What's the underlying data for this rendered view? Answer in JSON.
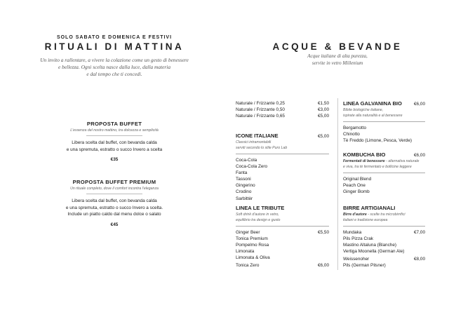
{
  "left": {
    "kicker": "SOLO SABATO E DOMENICA E FESTIVI",
    "title": "RITUALI DI MATTINA",
    "intro": [
      "Un invito a rallentare, a vivere la colazione come un gesto di benessere",
      "e bellezza. Ogni scelta nasce dalla luce, dalla materia",
      "e dal tempo che ti concedi."
    ],
    "offers": [
      {
        "title": "PROPOSTA BUFFET",
        "subtitle": "L'essenza del nostro mattino, tra dolcezza e semplicità",
        "desc": [
          "Libera scelta dal buffet, con bevanda calda",
          "e una spremuta, estratto o succo Invero a scelta"
        ],
        "price": "€35"
      },
      {
        "title": "PROPOSTA BUFFET PREMIUM",
        "subtitle": "Un rituale completo, dove il comfort incontra l'eleganza",
        "desc": [
          "Libera scelta dal buffet, con bevanda calda",
          "e una spremuta, estratto o succo Invero a scelta.",
          "Include un piatto caldo dal menu dolce o salato"
        ],
        "price": "€45"
      }
    ]
  },
  "right": {
    "title": "ACQUE & BEVANDE",
    "subtitle": [
      "Acque italiane di alta purezza,",
      "servite in vetro Millenium"
    ]
  },
  "water": [
    {
      "name": "Naturale / Frizzante 0,25",
      "price": "€1,50"
    },
    {
      "name": "Naturale / Frizzante  0,50",
      "price": "€3,00"
    },
    {
      "name": "Naturale / Frizzante 0,65",
      "price": "€5,00"
    }
  ],
  "icone": {
    "title": "ICONE ITALIANE",
    "price": "€5,00",
    "sub": [
      "Classici intramontabili",
      "serviti secondo lo stile Puro Lab"
    ],
    "items": [
      "Coca-Cola",
      "Coca-Cola Zero",
      "Fanta",
      "Tassoni",
      "Gingerino",
      "Crodino",
      "Sarbittèr"
    ]
  },
  "tribute": {
    "title": "LINEA LE TRIBUTE",
    "sub": [
      "Soft drink d'autore in vetro,",
      "equilibrio tra design e gusto"
    ],
    "items": [
      {
        "name": "Ginger Beer",
        "price": "€5,50"
      },
      {
        "name": "Tonica Premium",
        "price": ""
      },
      {
        "name": "Pompelmo Rosa",
        "price": ""
      },
      {
        "name": "Limonata",
        "price": ""
      },
      {
        "name": "Limonata & Oliva",
        "price": ""
      },
      {
        "name": "Tonica Zero",
        "price": "€6,00"
      }
    ]
  },
  "galvanina": {
    "title": "LINEA GALVANINA BIO",
    "price": "€6,00",
    "sub": [
      "Bibite biologiche italiane,",
      "ispirate alla naturalità e al benessere"
    ],
    "items": [
      "Bergamotto",
      "Chinotto",
      "Tè Freddo (Limone, Pesca, Verde)"
    ]
  },
  "kombucha": {
    "title": "KOMBUCHA BIO",
    "price": "€6,00",
    "sub_bold": "Fermentati di benessere",
    "sub": [
      " - alternativa naturale",
      "e viva, tra tè fermentato e bollicine leggere"
    ],
    "items": [
      "Original Blend",
      "Peach One",
      "Ginger Bomb"
    ]
  },
  "birre": {
    "title": "BIRRE ARTIGIANALI",
    "sub_bold": "Birre d'autore",
    "sub": [
      " - scelte tra microbirrifici",
      "italiani e tradizione europea"
    ],
    "items": [
      {
        "name": "Mundaka",
        "price": "€7,00"
      },
      {
        "name": "Pils Pizza Crak",
        "price": ""
      },
      {
        "name": "Mastino Altaluna (Blanche)",
        "price": ""
      },
      {
        "name": "Vertiga Moonella (German Ale)",
        "price": ""
      },
      {
        "name": "Weissenoher",
        "price": "€8,00"
      },
      {
        "name": "Pils (German Pilsner)",
        "price": ""
      }
    ]
  }
}
